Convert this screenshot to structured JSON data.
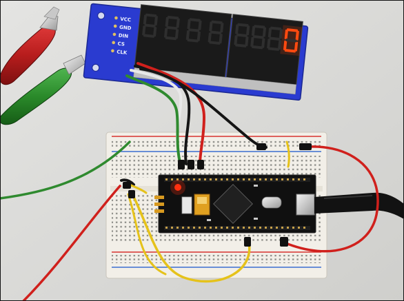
{
  "photo": {
    "subject": "breadboard-seven-segment-display-circuit",
    "display_module": {
      "pin_labels": [
        "VCC",
        "GND",
        "DIN",
        "CS",
        "CLK"
      ],
      "digit_count": 8,
      "lit_digit_value": "0",
      "lit_color": "#ff4a10",
      "pcb_color": "#2a3bd0"
    },
    "colors": {
      "background": "#d9d9d6",
      "breadboard": "#f2efe8",
      "rail_red": "#d8322e",
      "rail_blue": "#3a6fd0",
      "mcu_board": "#101010",
      "wire_red": "#d0201c",
      "wire_green": "#2f8a2f",
      "wire_yellow": "#e5c21a",
      "wire_black": "#151515",
      "wire_white": "#e8e8e8"
    },
    "objects": [
      "alligator-clip-red",
      "alligator-clip-green",
      "seven-segment-module",
      "breadboard",
      "microcontroller-board",
      "usb-cable"
    ]
  }
}
